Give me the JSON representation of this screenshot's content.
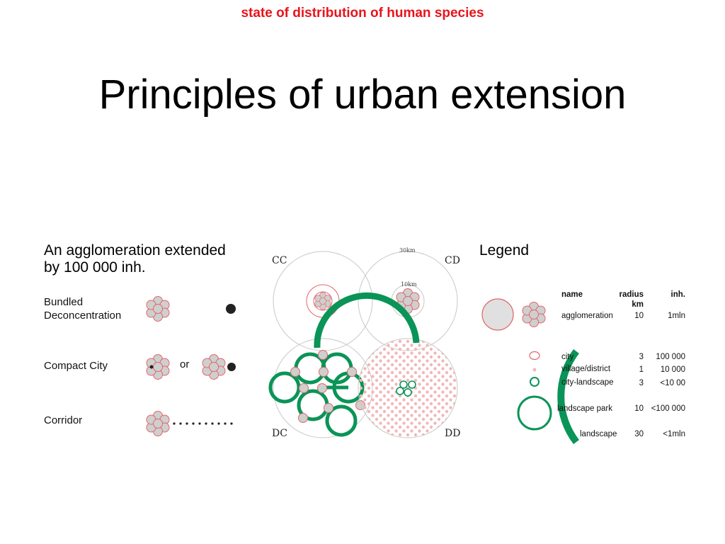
{
  "header": {
    "subtitle": "state of distribution of human species",
    "title": "Principles of urban extension"
  },
  "figure": {
    "heading_line1": "An agglomeration extended",
    "heading_line2": "by 100 000 inh.",
    "rows": [
      {
        "label_line1": "Bundled",
        "label_line2": "Deconcentration"
      },
      {
        "label_line1": "Compact City",
        "or": "or"
      },
      {
        "label_line1": "Corridor"
      }
    ],
    "diagrams": {
      "cc": "CC",
      "cd": "CD",
      "dc": "DC",
      "dd": "DD",
      "ring_outer": "30km",
      "ring_inner": "10km"
    },
    "legend": {
      "title": "Legend",
      "col_name": "name",
      "col_radius": "radius",
      "col_radius_unit": "km",
      "col_inh": "inh.",
      "items": [
        {
          "name": "agglomeration",
          "radius": "10",
          "inh": "1mln"
        },
        {
          "name": "city",
          "radius": "3",
          "inh": "100 000"
        },
        {
          "name": "village/district",
          "radius": "1",
          "inh": "10 000"
        },
        {
          "name": "city-landscape",
          "radius": "3",
          "inh": "<10 00"
        },
        {
          "name": "landscape  park",
          "radius": "10",
          "inh": "<100 000"
        },
        {
          "name": "landscape",
          "radius": "30",
          "inh": "<1mln"
        }
      ]
    },
    "colors": {
      "green": "#0a9457",
      "pink": "#e2676a",
      "grey_fill": "#cfcfcf",
      "light_grey_line": "#c8c8c8"
    }
  }
}
